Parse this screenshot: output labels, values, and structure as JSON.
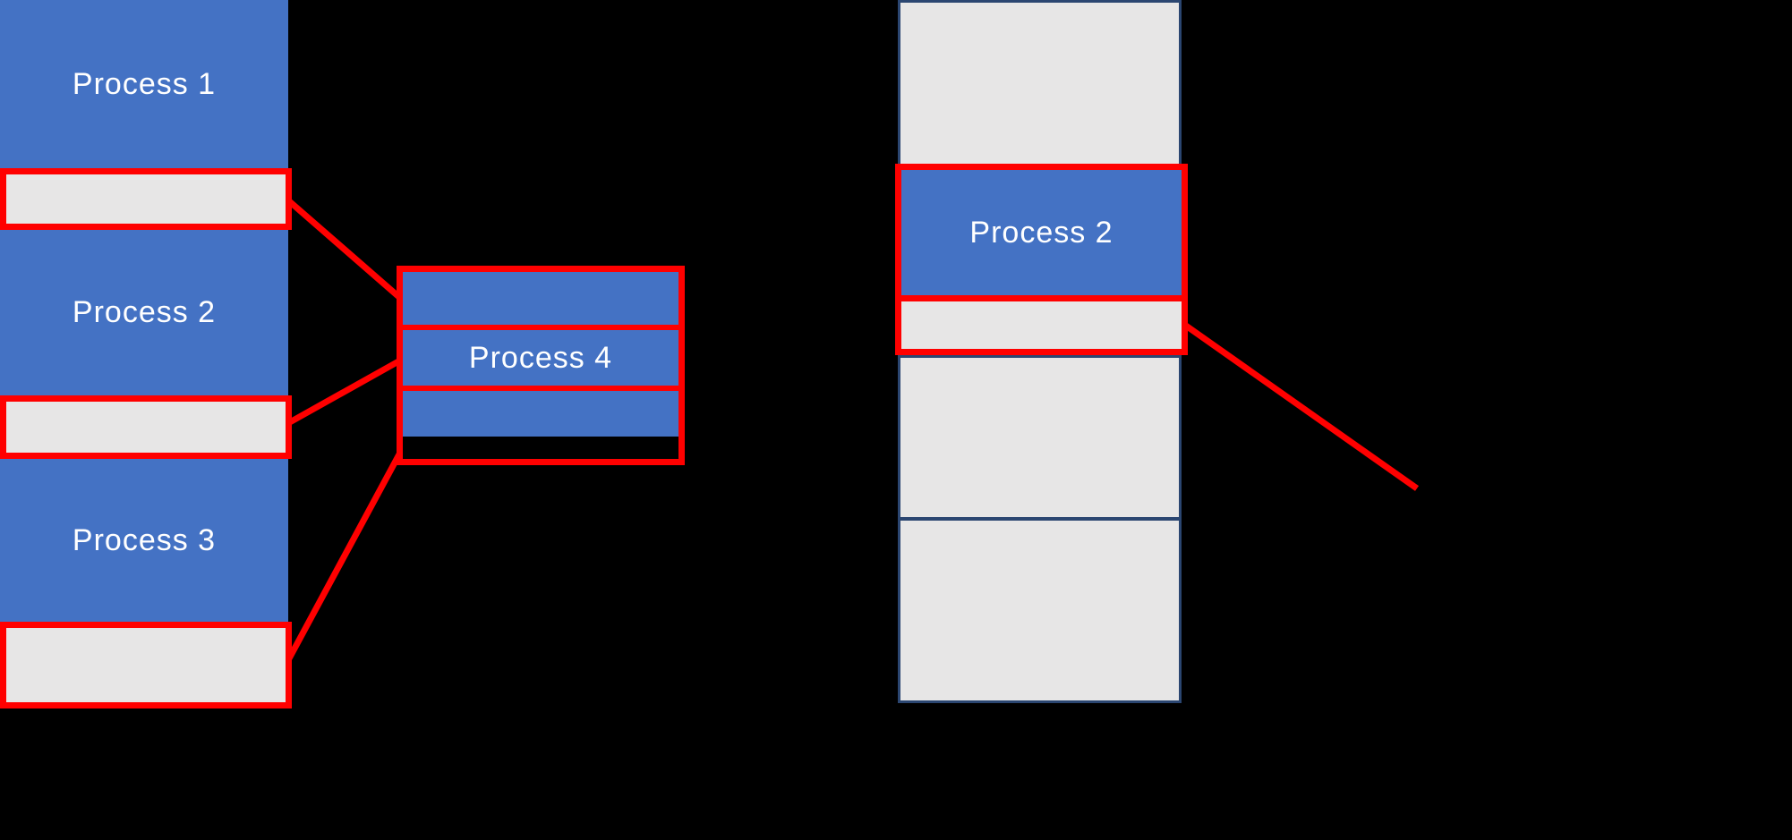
{
  "colors": {
    "background": "#000000",
    "process_fill_blue": "#4472C4",
    "free_fill_gray": "#E7E6E6",
    "column_outline_navy": "#2B4671",
    "highlight_red": "#FF0000",
    "label_text_white": "#FFFFFF"
  },
  "memory_before": {
    "process1_label": "Process 1",
    "process2_label": "Process 2",
    "process3_label": "Process 3"
  },
  "merged_block": {
    "process4_label": "Process 4"
  },
  "memory_after": {
    "process2_label": "Process 2"
  }
}
